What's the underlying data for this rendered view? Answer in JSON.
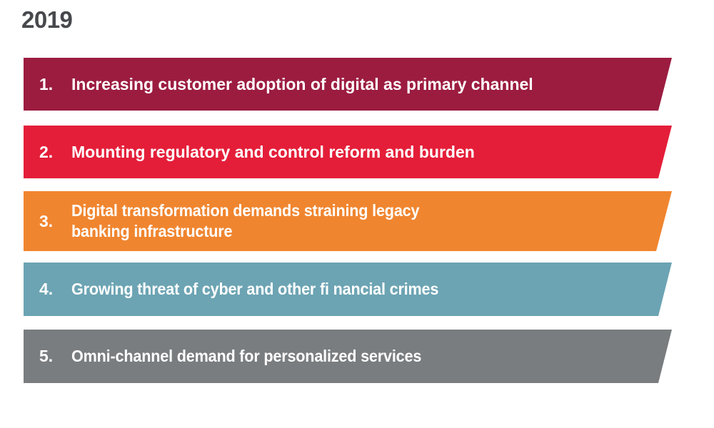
{
  "page": {
    "title": "2019",
    "title_color": "#47484C",
    "background": "#FFFFFF",
    "text_color": "#FFFFFF"
  },
  "challenges": [
    {
      "rank": "1.",
      "label": "Increasing customer adoption of digital as primary channel",
      "color": "#9C1C40"
    },
    {
      "rank": "2.",
      "label": "Mounting regulatory and control reform and burden",
      "color": "#E41E39"
    },
    {
      "rank": "3.",
      "label": "Digital transformation demands straining legacy\nbanking infrastructure",
      "color": "#F0852F"
    },
    {
      "rank": "4.",
      "label": "Growing threat of cyber and other fi nancial crimes",
      "color": "#6CA4B3"
    },
    {
      "rank": "5.",
      "label": "Omni-channel demand for personalized services",
      "color": "#797D80"
    }
  ]
}
